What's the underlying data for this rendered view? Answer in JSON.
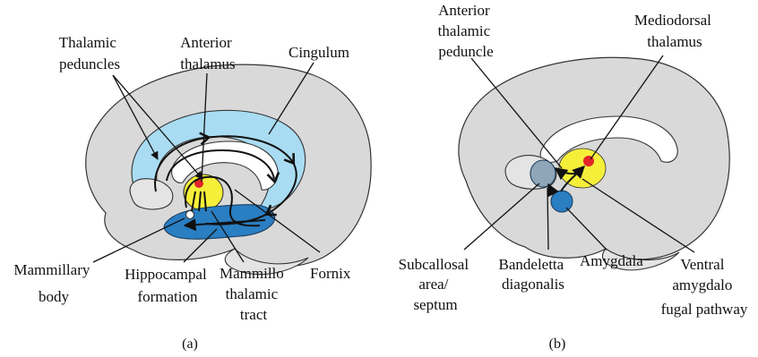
{
  "panel_a": {
    "caption": "(a)",
    "labels": {
      "thalamic_peduncles": [
        "Thalamic",
        "peduncles"
      ],
      "anterior_thalamus": [
        "Anterior",
        "thalamus"
      ],
      "cingulum": "Cingulum",
      "mammillary_body": [
        "Mammillary",
        "body"
      ],
      "hippocampal_formation": [
        "Hippocampal",
        "formation"
      ],
      "mammillo_thalamic_tract": [
        "Mammillo",
        "thalamic",
        "tract"
      ],
      "fornix": "Fornix"
    }
  },
  "panel_b": {
    "caption": "(b)",
    "labels": {
      "anterior_thalamic_peduncle": [
        "Anterior",
        "thalamic",
        "peduncle"
      ],
      "mediodorsal_thalamus": [
        "Mediodorsal",
        "thalamus"
      ],
      "subcallosal_area_septum": [
        "Subcallosal",
        "area/",
        "septum"
      ],
      "bandeletta_diagonalis": [
        "Bandeletta",
        "diagonalis"
      ],
      "amygdala": "Amygdala",
      "ventral_amygdalofugal_pathway": [
        "Ventral",
        "amygdalo",
        "fugal pathway"
      ]
    }
  },
  "colors": {
    "brain": "#d9d9d9",
    "limbic_light_blue": "#a9dcf2",
    "limbic_dark_blue": "#2a7ec2",
    "thalamus_yellow": "#f5ef3a",
    "nucleus_red": "#e0242a",
    "septum_gray_blue": "#8fa6b8",
    "outline": "#333333"
  }
}
